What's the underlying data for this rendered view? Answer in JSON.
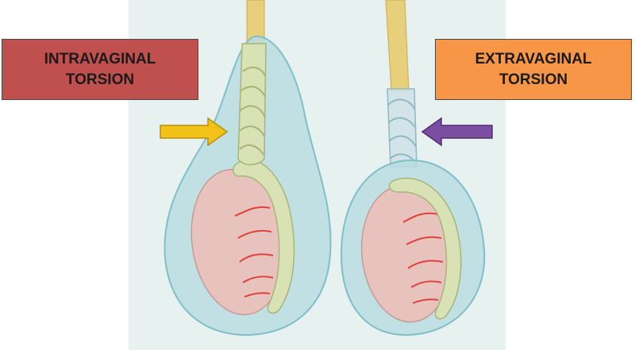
{
  "labels": {
    "intravaginal": {
      "line1": "INTRAVAGINAL",
      "line2": "TORSION"
    },
    "extravaginal": {
      "line1": "EXTRAVAGINAL",
      "line2": "TORSION"
    }
  },
  "colors": {
    "background_panel": "#e6f1f0",
    "tunica": "#b9dde2",
    "tunica_edge": "#7fbfc9",
    "testis": "#e8c3bd",
    "vessel": "#e0413a",
    "epididymis": "#d9e2b4",
    "cord": "#e8cf7c",
    "intravaginal_box": "#c0504d",
    "extravaginal_box": "#f79646",
    "yellow_arrow": "#f2c218",
    "purple_arrow": "#7b4ea2"
  }
}
